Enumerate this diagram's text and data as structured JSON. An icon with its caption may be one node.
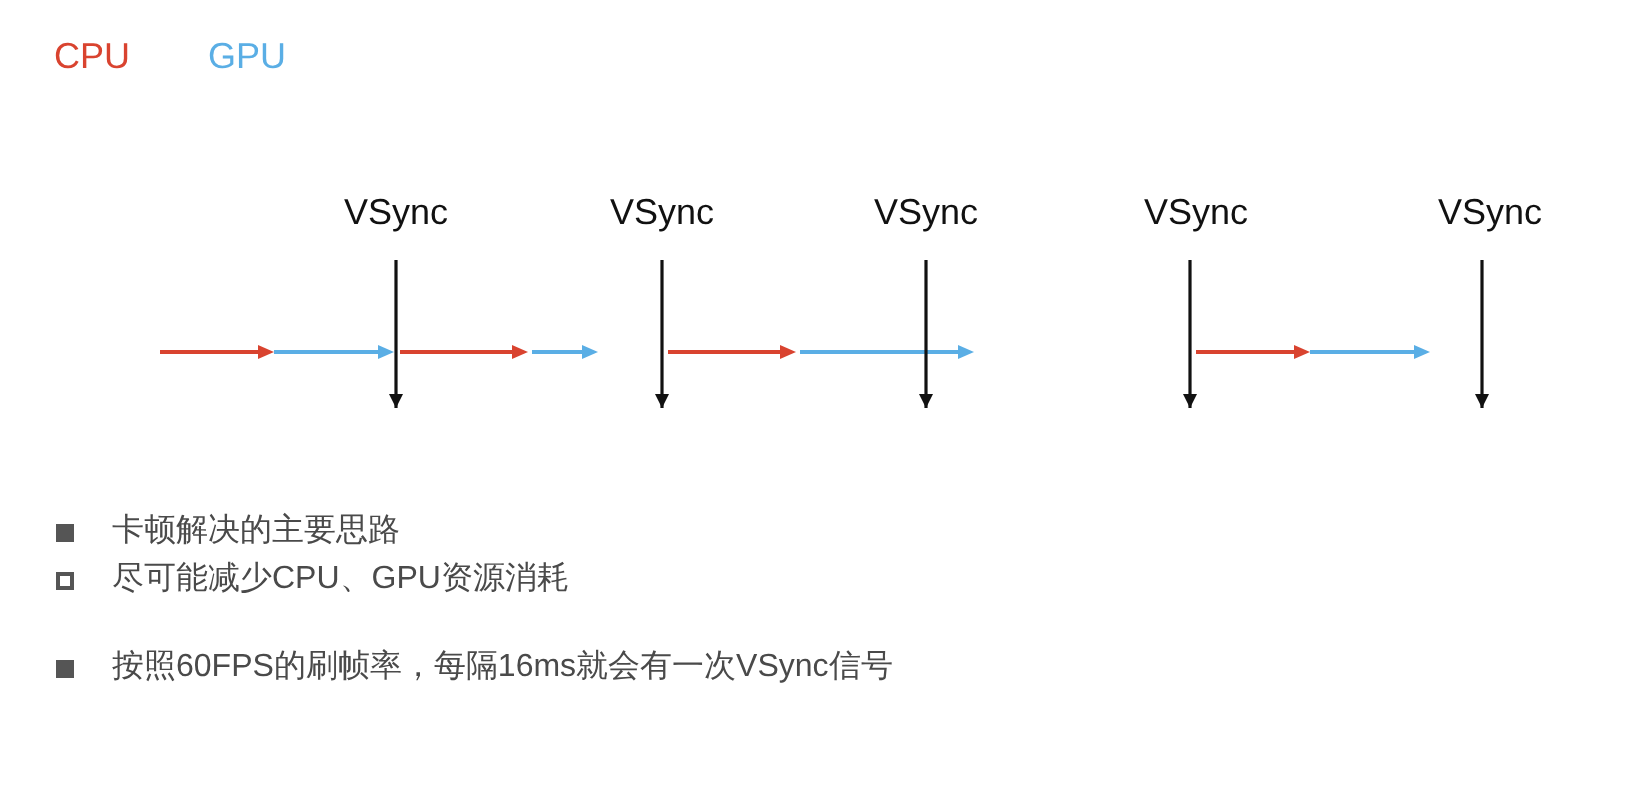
{
  "diagram": {
    "nodes": [
      {
        "text": [
          "VSync"
        ]
      },
      {
        "text": [
          "VSync"
        ]
      },
      {
        "text": [
          "VSync"
        ]
      },
      {
        "text": [
          "VSync"
        ]
      },
      {
        "text": [
          "VSync"
        ]
      }
    ],
    "edges": [
      {
        "from": 0,
        "to": null,
        "arrow": "to"
      },
      {
        "from": 1,
        "to": null,
        "arrow": "to"
      },
      {
        "from": 2,
        "to": null,
        "arrow": "to"
      },
      {
        "from": 3,
        "to": null,
        "arrow": "to"
      },
      {
        "from": 4,
        "to": null,
        "arrow": "to"
      }
    ],
    "labels": [
      "卡顿解决的主要思路",
      "尽可能减少CPU、GPU资源消耗",
      "按照60FPS的刷帧率，每隔16ms就会有一次VSync信号"
    ],
    "legend": [
      {
        "text": "CPU",
        "color": "#d9432f"
      },
      {
        "text": "GPU",
        "color": "#5aaee5"
      }
    ]
  }
}
